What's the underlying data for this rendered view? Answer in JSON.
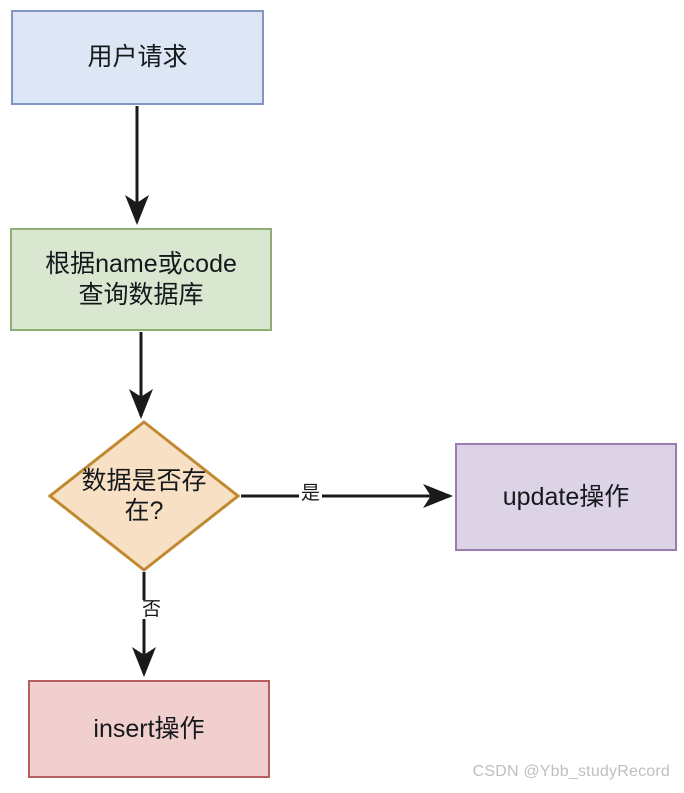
{
  "diagram": {
    "type": "flowchart",
    "title": "",
    "nodes": [
      {
        "id": "user-request",
        "shape": "rectangle",
        "label": "用户请求",
        "fill": "#dce6f4",
        "stroke": "#8196c2"
      },
      {
        "id": "query-db",
        "shape": "rectangle",
        "label": "根据name或code\n查询数据库",
        "fill": "#d9e6d0",
        "stroke": "#8fae74"
      },
      {
        "id": "decision",
        "shape": "diamond",
        "label": "数据是否存在?",
        "fill": "#f7e0c3",
        "stroke": "#c08a32"
      },
      {
        "id": "update",
        "shape": "rectangle",
        "label": "update操作",
        "fill": "#ddd3e6",
        "stroke": "#9b7cb0"
      },
      {
        "id": "insert",
        "shape": "rectangle",
        "label": "insert操作",
        "fill": "#f2cfcf",
        "stroke": "#b55f5f"
      }
    ],
    "edges": [
      {
        "id": "e1",
        "from": "user-request",
        "to": "query-db",
        "label": ""
      },
      {
        "id": "e2",
        "from": "query-db",
        "to": "decision",
        "label": ""
      },
      {
        "id": "e3",
        "from": "decision",
        "to": "update",
        "label": "是"
      },
      {
        "id": "e4",
        "from": "decision",
        "to": "insert",
        "label": "否"
      }
    ],
    "edge_color": "#1a1a1a"
  },
  "watermark": {
    "text": "CSDN @Ybb_studyRecord",
    "color": "#bfbfbf"
  }
}
